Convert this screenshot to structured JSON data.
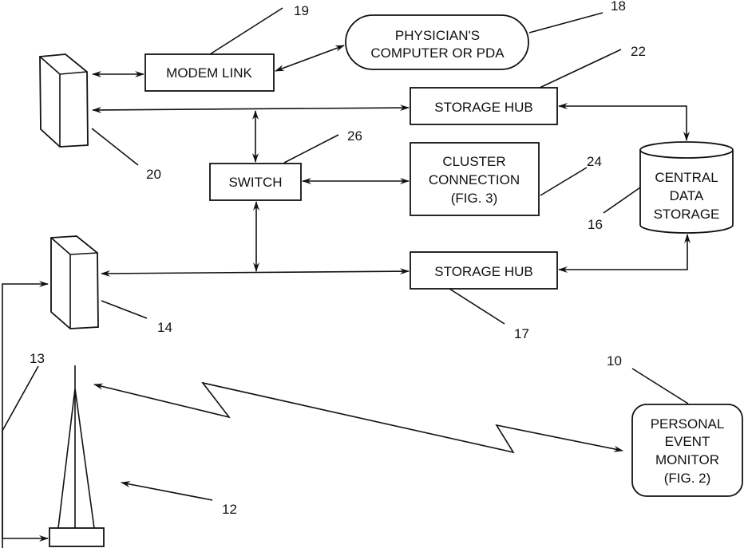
{
  "diagram": {
    "nodes": {
      "modem_link": {
        "label": [
          "MODEM LINK"
        ],
        "ref": "19"
      },
      "physician": {
        "label": [
          "PHYSICIAN'S",
          "COMPUTER OR PDA"
        ],
        "ref": "18"
      },
      "storage_hub_top": {
        "label": [
          "STORAGE HUB"
        ],
        "ref": "22"
      },
      "switch": {
        "label": [
          "SWITCH"
        ],
        "ref": "26"
      },
      "cluster": {
        "label": [
          "CLUSTER",
          "CONNECTION",
          "(FIG. 3)"
        ],
        "ref": "24"
      },
      "central_storage": {
        "label": [
          "CENTRAL",
          "DATA",
          "STORAGE"
        ],
        "ref": "16"
      },
      "storage_hub_bottom": {
        "label": [
          "STORAGE HUB"
        ],
        "ref": "17"
      },
      "server_top": {
        "label": [],
        "ref": "20"
      },
      "server_bottom": {
        "label": [],
        "ref": "14"
      },
      "tower": {
        "label": [],
        "ref": "12"
      },
      "line_13": {
        "label": [],
        "ref": "13"
      },
      "personal_monitor": {
        "label": [
          "PERSONAL",
          "EVENT",
          "MONITOR",
          "(FIG. 2)"
        ],
        "ref": "10"
      }
    },
    "edges": [
      {
        "from": "server_top",
        "to": "modem_link",
        "type": "bidirectional"
      },
      {
        "from": "modem_link",
        "to": "physician",
        "type": "bidirectional"
      },
      {
        "from": "server_top",
        "to": "storage_hub_top",
        "type": "bidirectional"
      },
      {
        "from": "storage_hub_top",
        "to": "central_storage",
        "type": "bidirectional"
      },
      {
        "from": "switch",
        "to": "server_top-bus",
        "type": "bidirectional"
      },
      {
        "from": "switch",
        "to": "cluster",
        "type": "bidirectional"
      },
      {
        "from": "switch",
        "to": "server_bottom-bus",
        "type": "bidirectional"
      },
      {
        "from": "server_bottom",
        "to": "storage_hub_bottom",
        "type": "bidirectional"
      },
      {
        "from": "storage_hub_bottom",
        "to": "central_storage",
        "type": "bidirectional"
      },
      {
        "from": "tower",
        "to": "server_bottom",
        "type": "line_13"
      },
      {
        "from": "tower",
        "to": "personal_monitor",
        "type": "wireless"
      }
    ]
  }
}
